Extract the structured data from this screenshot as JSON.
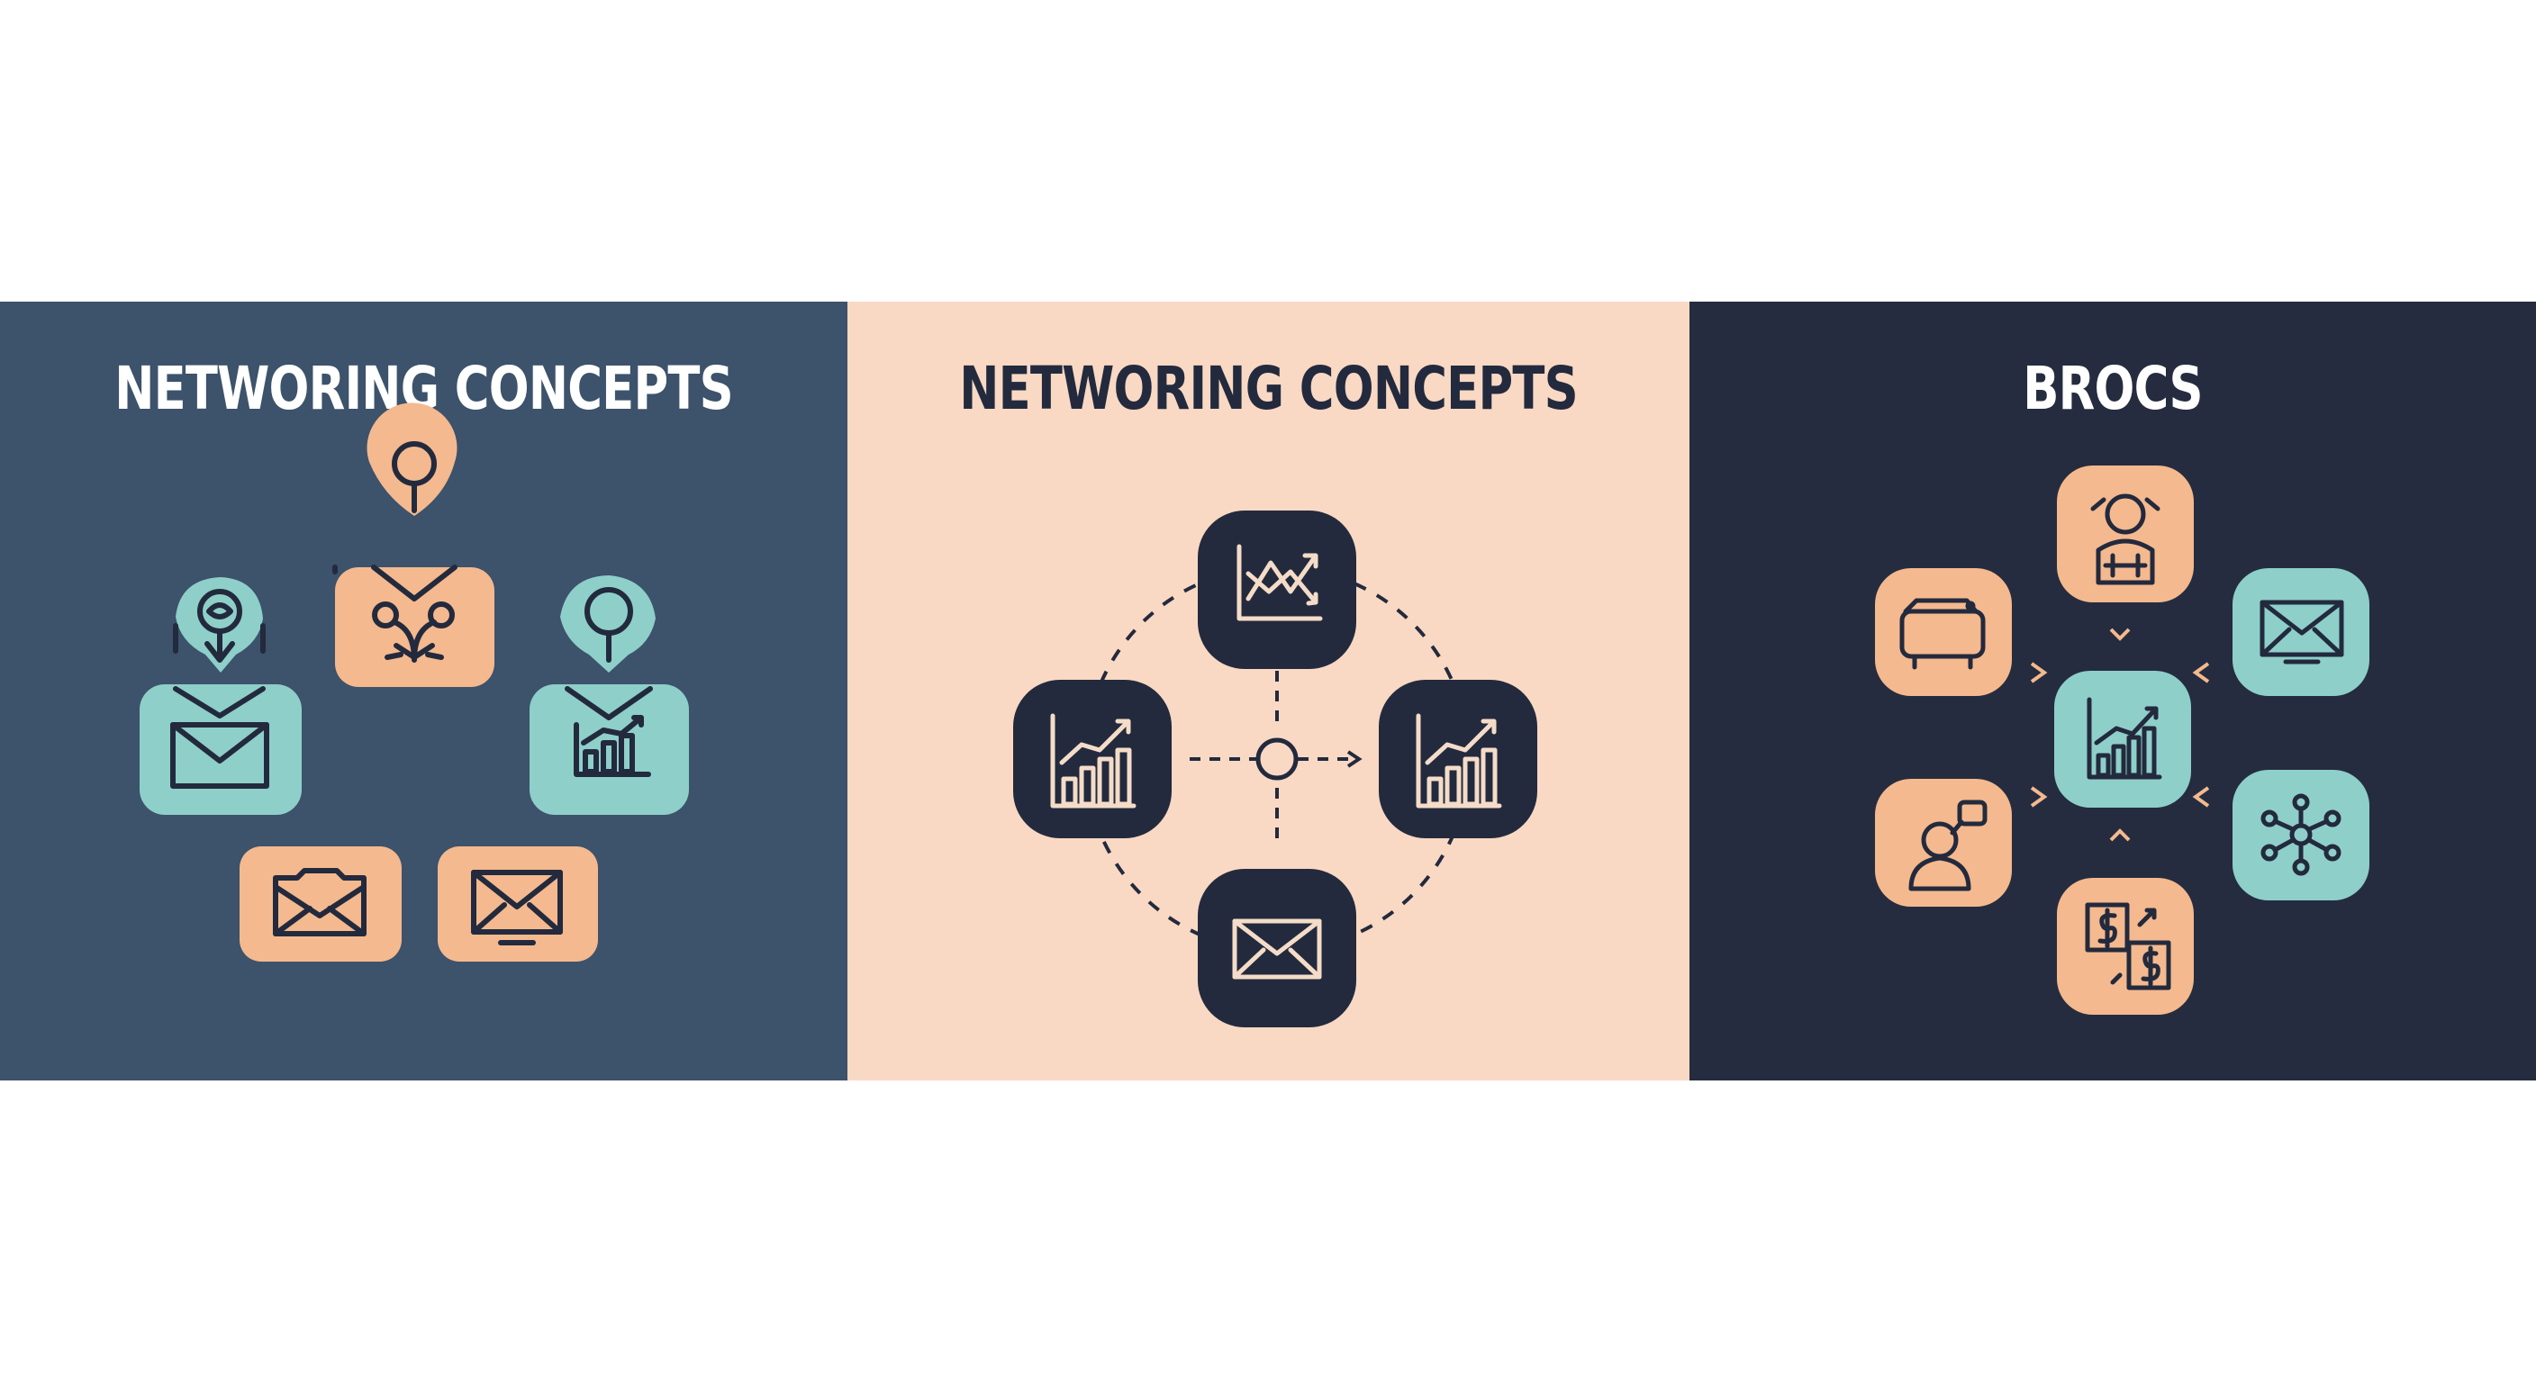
{
  "colors": {
    "page_background": "#ffffff",
    "panel_1_background": "#3d526b",
    "panel_2_background": "#f9d9c4",
    "panel_3_background": "#252c3f",
    "tile_peach": "#f4b98e",
    "tile_teal": "#8ecfc9",
    "tile_navy": "#232a3d",
    "icon_stroke_dark": "#232a3d",
    "icon_stroke_light": "#f4dcc8",
    "title_light": "#ffffff",
    "title_dark": "#232a3d"
  },
  "panels": [
    {
      "title": "NETWORING CONCEPTS",
      "icons": [
        "person-pin-icon",
        "network-person-icon",
        "person-pin-icon",
        "envelope-icon",
        "bar-chart-icon",
        "folder-envelope-icon",
        "envelope-monitor-icon"
      ]
    },
    {
      "title": "NETWORING CONCEPTS",
      "icons": [
        "line-chart-icon",
        "bar-chart-icon",
        "hub-node-icon",
        "bar-chart-icon",
        "envelope-icon"
      ]
    },
    {
      "title": "BROCS",
      "icons": [
        "person-icon",
        "device-icon",
        "envelope-monitor-icon",
        "bar-chart-icon",
        "person-chat-icon",
        "network-icon",
        "money-exchange-icon"
      ]
    }
  ]
}
